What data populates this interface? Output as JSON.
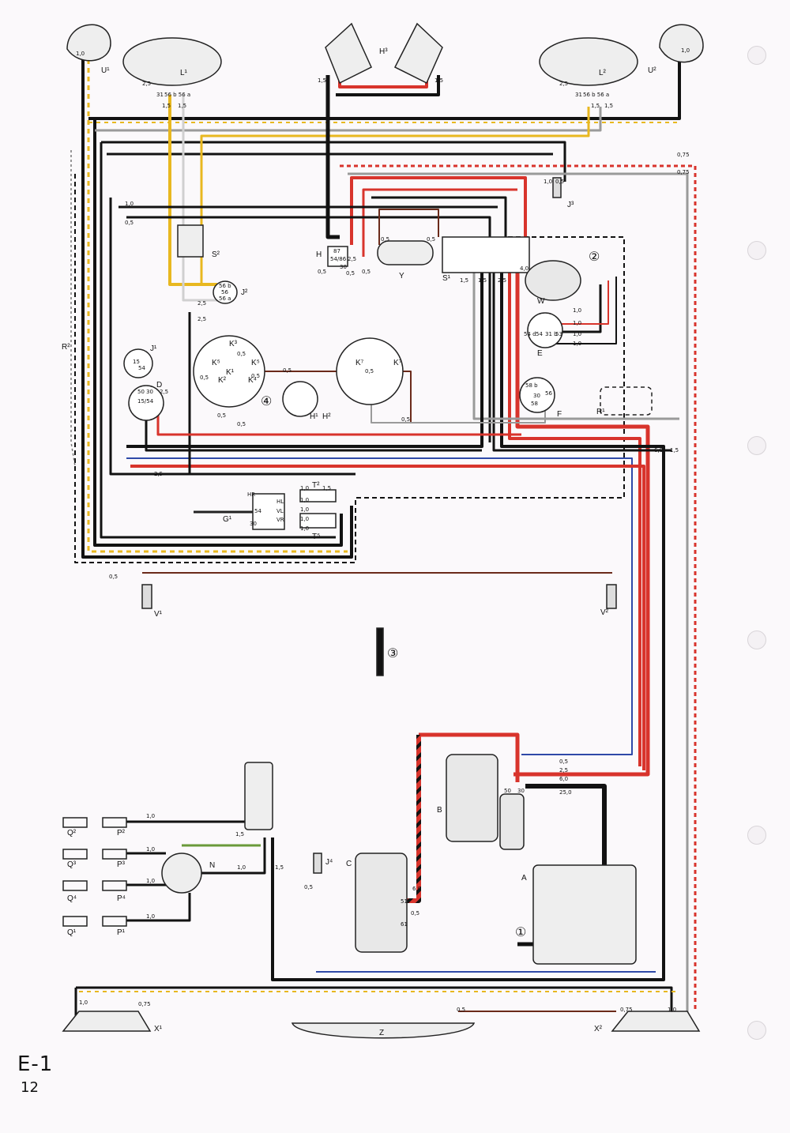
{
  "page": {
    "id": "E-1",
    "number": "12"
  },
  "colors": {
    "red": "#d8342c",
    "black": "#121212",
    "yellow": "#e8b820",
    "grey": "#9a9a9a",
    "white": "#f2f2f2",
    "blue": "#2f49a8",
    "brown": "#6b2a1a",
    "green": "#6a9a3a",
    "paper": "#fbf9fb"
  },
  "components": {
    "U1": "U¹",
    "U2": "U²",
    "L1": "L¹",
    "L2": "L²",
    "H3": "H³",
    "J3": "J³",
    "S2": "S²",
    "J2": "J²",
    "H": "H",
    "Y": "Y",
    "S1": "S¹",
    "W": "W",
    "E": "E",
    "J1": "J¹",
    "K3": "K³",
    "K5a": "K⁵",
    "K1": "K¹",
    "K5b": "K⁵",
    "K2": "K²",
    "K4": "K⁴",
    "K7a": "K⁷",
    "K7b": "K⁷",
    "D": "D",
    "H1": "H¹",
    "H2": "H²",
    "F": "F",
    "R1": "R¹",
    "R2": "R²",
    "T2": "T²",
    "T5": "T⁵",
    "G1": "G¹",
    "V1": "V¹",
    "V2": "V²",
    "B": "B",
    "C": "C",
    "J4": "J⁴",
    "A": "A",
    "N": "N",
    "Q2": "Q²",
    "P2": "P²",
    "Q3": "Q³",
    "P3": "P³",
    "Q4": "Q⁴",
    "P4": "P⁴",
    "Q1": "Q¹",
    "P1": "P¹",
    "X1": "X¹",
    "X2": "X²",
    "Z": "Z"
  },
  "callouts": [
    "①",
    "②",
    "③",
    "④"
  ],
  "terminals": {
    "r1": "1,0",
    "r2": "1,0",
    "l1a": "2,5",
    "l1b": "31",
    "l1c": "56 b 56 a",
    "l1d": "1,5",
    "l1e": "1,5",
    "h3a": "1,5",
    "h3b": "1,5",
    "l2a": "2,5",
    "l2b": "31",
    "l2c": "56 b 56 a",
    "l2d": "1,5",
    "l2e": "1,5",
    "t075a": "0,75",
    "t075b": "0,75",
    "j3a": "1,0",
    "j3b": "0,5",
    "t10a": "1,0",
    "t05a": "0,5",
    "s2a": "56 b",
    "s2b": "56",
    "s2c": "56 a",
    "t25a": "2,5",
    "t25b": "2,5",
    "h87": "87",
    "h5486": "54/86",
    "h30": "30",
    "t25c": "2,5",
    "t05b": "0,5",
    "t05c": "0,5",
    "t05y": "0,5",
    "t05y2": "0,5",
    "t15a": "1,5",
    "t15b": "1,5",
    "t25d": "2,5",
    "t40": "4,0",
    "e54d": "54 d",
    "e54": "54",
    "e31b": "31 b",
    "e31": "53",
    "w10a": "1,0",
    "w10b": "1,0",
    "w10c": "1,0",
    "w10d": "1,0",
    "j15": "15",
    "j54": "54",
    "k05a": "0,5",
    "k05b": "0,5",
    "k05c": "0,5",
    "k05d": "0,5",
    "k05e": "0,5",
    "k05f": "0,5",
    "k05g": "0,5",
    "d50": "50",
    "d30": "30",
    "d1554": "15/54",
    "d25": "2,5",
    "f58b": "58 b",
    "f56": "56",
    "f30": "30",
    "f58": "58",
    "t05h": "0,5",
    "t25e": "2,5",
    "t60": "6,0",
    "t15c": "1,5",
    "hr": "HR",
    "hl": "HL",
    "vl": "VL",
    "vr": "VR",
    "g54": "54",
    "g30": "30",
    "t10b": "1,0",
    "t15d": "1,5",
    "t10c": "1,0",
    "t10d": "1,0",
    "t10e": "1,0",
    "t10f": "1,0",
    "t05i": "0,5",
    "b05": "0,5",
    "b25": "2,5",
    "b60": "6,0",
    "b250": "25,0",
    "b50": "50",
    "b30": "30",
    "c60": "6,0",
    "c51": "51",
    "c61": "61",
    "c05": "0,5",
    "j405": "0,5",
    "n15a": "1,5",
    "n15b": "1,5",
    "n10": "1,0",
    "q10a": "1,0",
    "q10b": "1,0",
    "q10c": "1,0",
    "q10d": "1,0",
    "x10a": "1,0",
    "x075a": "0,75",
    "x05": "0,5",
    "x075b": "0,75",
    "x10b": "1,0"
  }
}
